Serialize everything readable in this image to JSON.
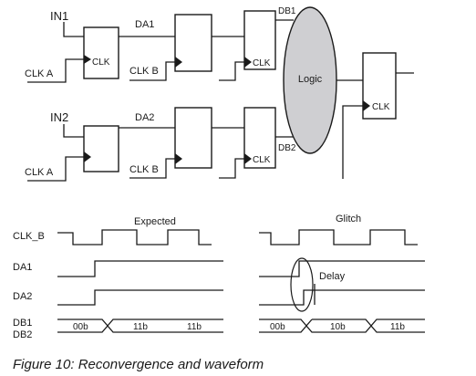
{
  "circuit": {
    "inputs": [
      "IN1",
      "IN2"
    ],
    "clocks": {
      "row1_first": "CLK A",
      "row1_second": "CLK B",
      "row2_first": "CLK A",
      "row2_second": "CLK B"
    },
    "nets": {
      "da1": "DA1",
      "da2": "DA2",
      "db1": "DB1",
      "db2": "DB2"
    },
    "ff_pin_label": "CLK",
    "logic_label": "Logic"
  },
  "waveforms": {
    "expected_title": "Expected",
    "glitch_title": "Glitch",
    "signals": [
      "CLK_B",
      "DA1",
      "DA2"
    ],
    "bus_label_top": "DB1",
    "bus_label_bottom": "DB2",
    "expected_bus_values": [
      "00b",
      "11b",
      "11b"
    ],
    "glitch_bus_values": [
      "00b",
      "10b",
      "11b"
    ],
    "delay_label": "Delay"
  },
  "caption": "Figure 10: Reconvergence and waveform"
}
